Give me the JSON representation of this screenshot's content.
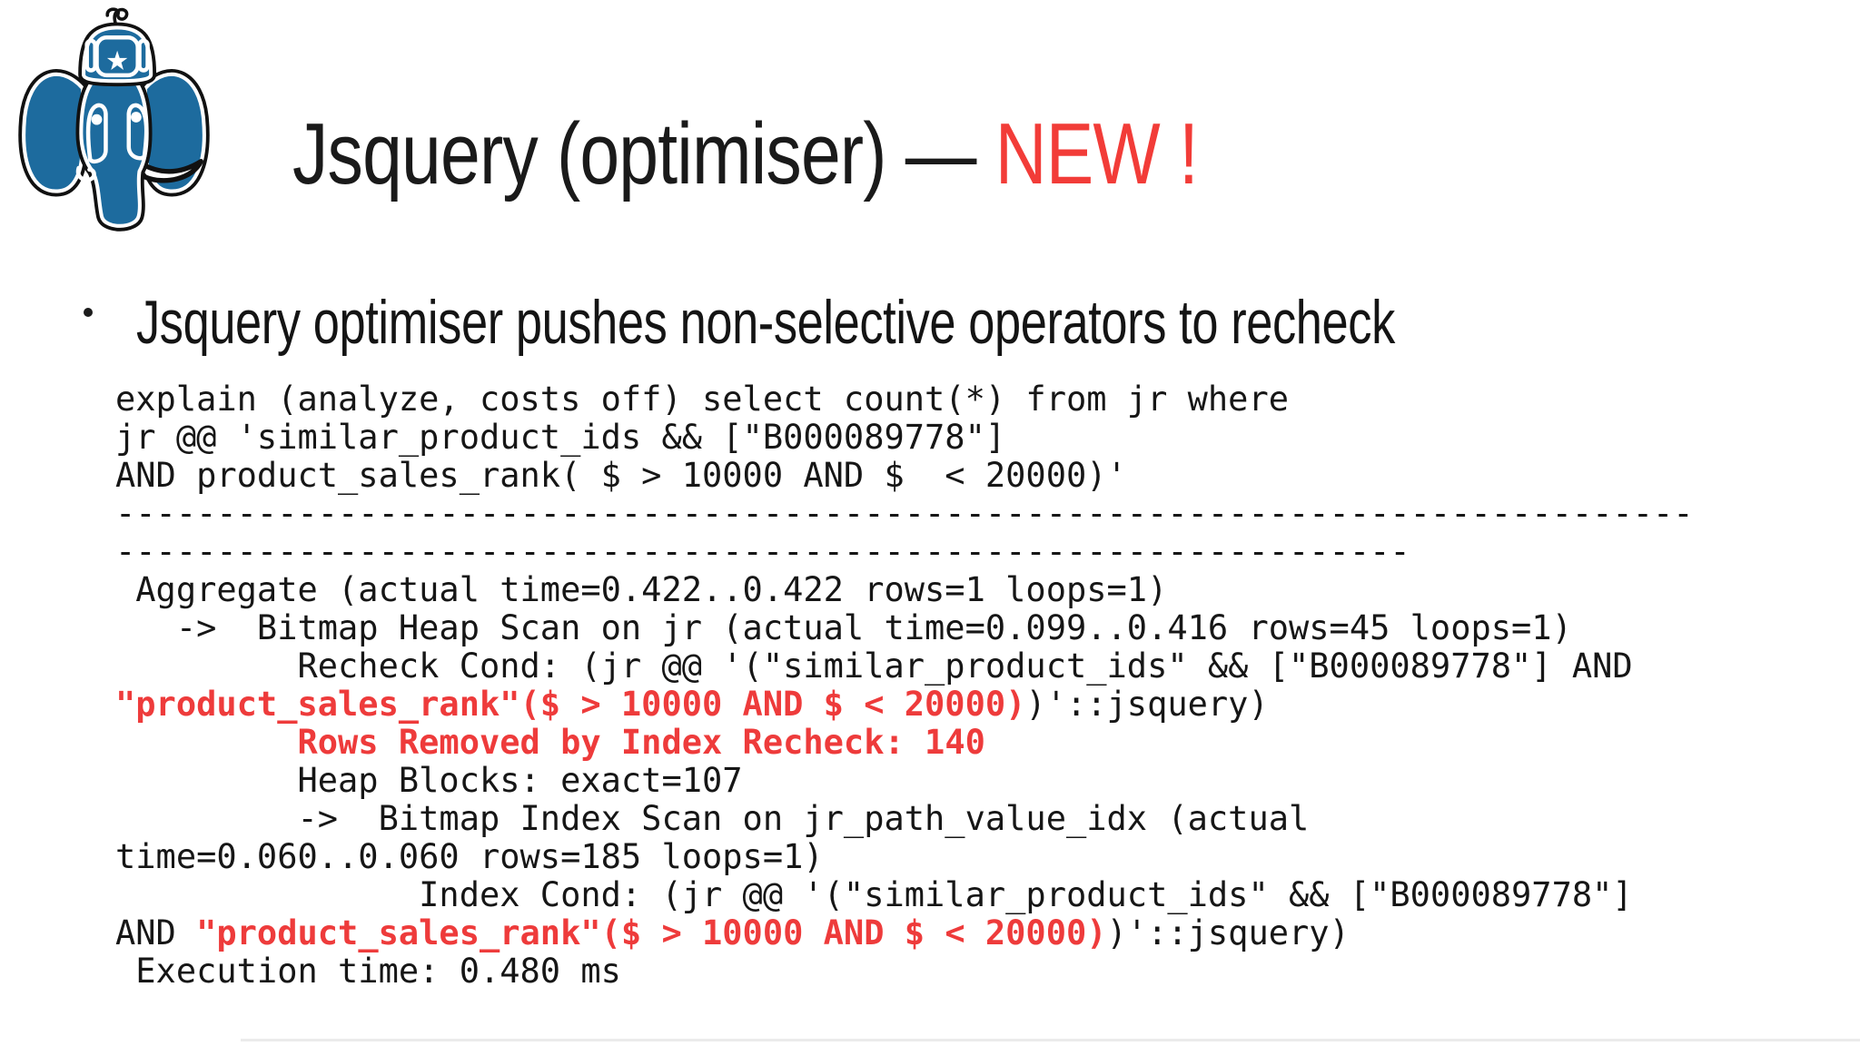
{
  "title": {
    "main": "Jsquery (optimiser) — ",
    "highlight": "NEW !"
  },
  "bullet": "Jsquery optimiser pushes non-selective operators to recheck",
  "logo": {
    "icon": "postgresql-elephant-ushanka-star-icon",
    "description": "PostgreSQL elephant wearing a hat with a star"
  },
  "colors": {
    "red_title": "#f23c38",
    "red_code": "#ee3b3b",
    "blue": "#1d6b9e",
    "ink": "#161616",
    "line": "#ebebeb"
  },
  "code": {
    "query_lines": [
      [
        {
          "t": "explain (analyze, costs off) select count(*) from jr where"
        }
      ],
      [
        {
          "t": "jr @@ 'similar_product_ids && [\"B000089778\"]"
        }
      ],
      [
        {
          "t": "AND product_sales_rank( $ > 10000 AND $  < 20000)'"
        }
      ]
    ],
    "separator_lines": [
      [
        {
          "t": "------------------------------------------------------------------------------"
        }
      ],
      [
        {
          "t": "----------------------------------------------------------------"
        }
      ]
    ],
    "plan_lines": [
      [
        {
          "t": " Aggregate (actual time=0.422..0.422 rows=1 loops=1)"
        }
      ],
      [
        {
          "t": "   ->  Bitmap Heap Scan on jr (actual time=0.099..0.416 rows=45 loops=1)"
        }
      ],
      [
        {
          "t": "         Recheck Cond: (jr @@ '(\"similar_product_ids\" && [\"B000089778\"] AND"
        }
      ],
      [
        {
          "t": "\"product_sales_rank\"($ > 10000 AND $ < 20000)",
          "red": true
        },
        {
          "t": ")'::jsquery)"
        }
      ],
      [
        {
          "t": "         "
        },
        {
          "t": "Rows Removed by Index Recheck: 140",
          "red": true
        }
      ],
      [
        {
          "t": "         Heap Blocks: exact=107"
        }
      ],
      [
        {
          "t": "         ->  Bitmap Index Scan on jr_path_value_idx (actual"
        }
      ],
      [
        {
          "t": "time=0.060..0.060 rows=185 loops=1)"
        }
      ],
      [
        {
          "t": "               Index Cond: (jr @@ '(\"similar_product_ids\" && [\"B000089778\"]"
        }
      ],
      [
        {
          "t": "AND "
        },
        {
          "t": "\"product_sales_rank\"($ > 10000 AND $ < 20000)",
          "red": true
        },
        {
          "t": ")'::jsquery)"
        }
      ],
      [
        {
          "t": " Execution time: 0.480 ms"
        }
      ]
    ]
  }
}
